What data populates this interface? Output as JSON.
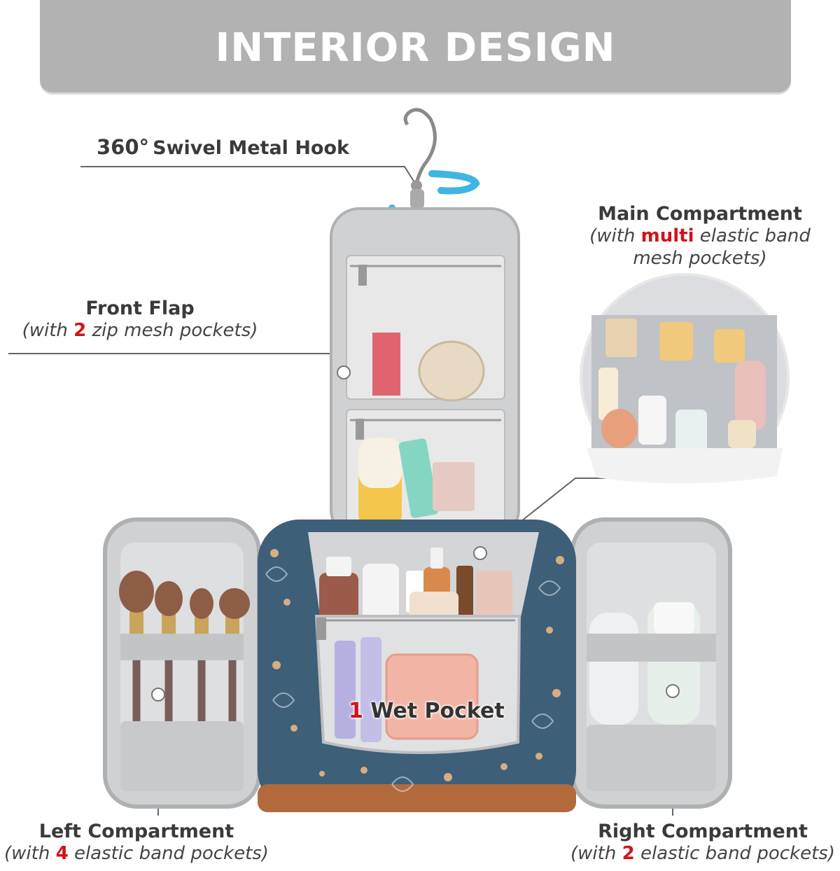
{
  "banner": {
    "title": "INTERIOR DESIGN"
  },
  "hook": {
    "highlight": "360°",
    "text": "Swivel Metal Hook"
  },
  "front_flap": {
    "title": "Front Flap",
    "sub_pre": "(with",
    "sub_num": "2",
    "sub_post": "zip mesh pockets)"
  },
  "main_compartment": {
    "title": "Main Compartment",
    "sub_pre": "(with",
    "sub_num": "multi",
    "sub_post": "elastic band",
    "sub_line2": "mesh pockets)"
  },
  "wet_pocket": {
    "num": "1",
    "text": "Wet Pocket"
  },
  "left_compartment": {
    "title": "Left Compartment",
    "sub_pre": "(with",
    "sub_num": "4",
    "sub_post": "elastic band pockets)"
  },
  "right_compartment": {
    "title": "Right Compartment",
    "sub_pre": "(with",
    "sub_num": "2",
    "sub_post": "elastic band pockets)"
  },
  "colors": {
    "banner": "#b2b2b2",
    "accent": "#d0141a",
    "bag_blue": "#3d5f78",
    "lining": "#cfd1d3"
  }
}
